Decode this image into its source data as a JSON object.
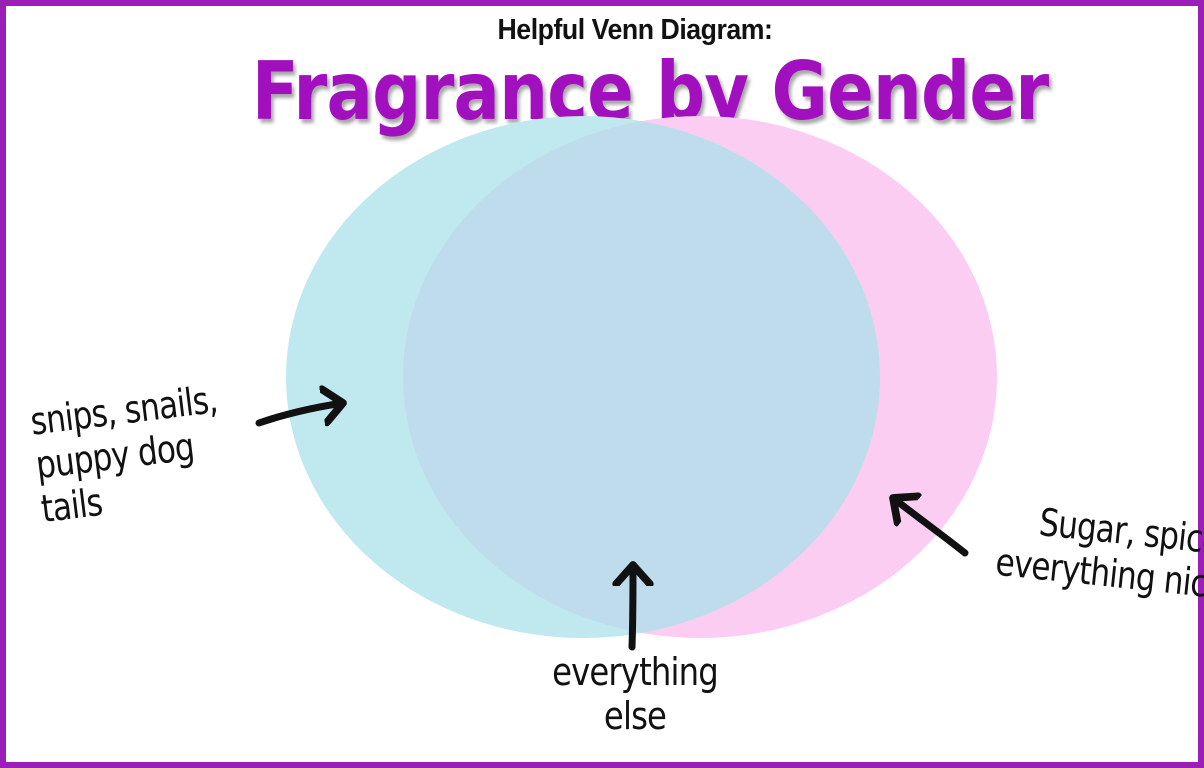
{
  "diagram": {
    "subtitle": "Helpful Venn Diagram:",
    "title": "Fragrance by Gender",
    "labels": {
      "left_line1": "snips, snails,",
      "left_line2": "puppy dog tails",
      "right_line1": "Sugar, spice,",
      "right_line2": "everything nice",
      "bottom_line1": "everything",
      "bottom_line2": "else"
    }
  },
  "colors": {
    "border": "#9b1fb6",
    "title": "#a10fbe",
    "left_circle": "#bfe9ee",
    "right_circle": "#fbcdf3",
    "overlap": "#bfdcec",
    "arrows": "#111111"
  }
}
